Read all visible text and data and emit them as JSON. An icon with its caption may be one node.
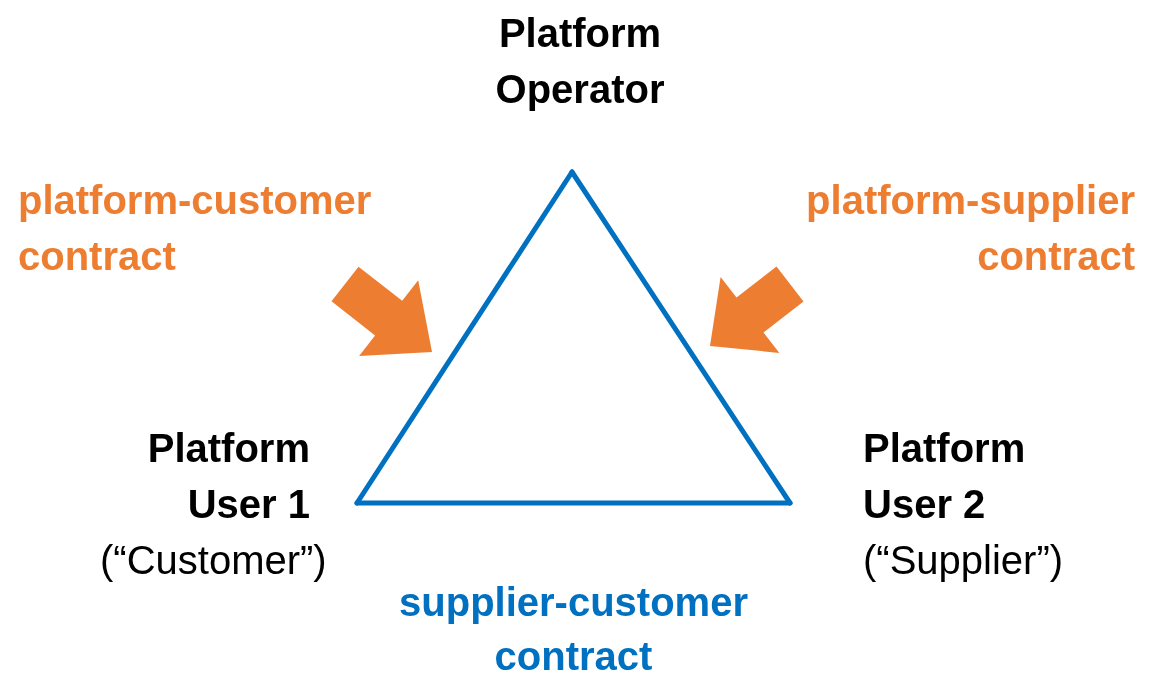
{
  "diagram": {
    "nodes": [
      {
        "text": [
          "Platform Operator"
        ]
      },
      {
        "text": [
          "Platform User 1",
          "(“Customer”)"
        ]
      },
      {
        "text": [
          "Platform User 2",
          "(“Supplier”)"
        ]
      },
      {
        "text": [
          "platform-customer contract"
        ]
      },
      {
        "text": [
          "platform-supplier contract"
        ]
      }
    ],
    "edges": [
      {
        "from": 0,
        "to": 1,
        "arrow": "none"
      },
      {
        "from": 0,
        "to": 2,
        "arrow": "none"
      },
      {
        "from": 1,
        "to": 2,
        "arrow": "none",
        "label": "supplier-customer contract"
      },
      {
        "from": 3,
        "to": null,
        "arrow": "to",
        "style": "thick",
        "color": "#ed7d31"
      },
      {
        "from": 4,
        "to": null,
        "arrow": "to",
        "style": "thick",
        "color": "#ed7d31"
      }
    ]
  }
}
